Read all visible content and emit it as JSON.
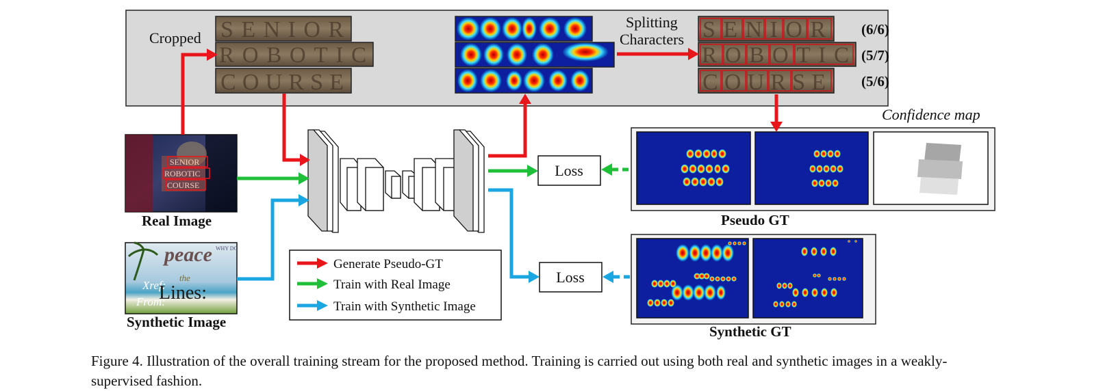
{
  "labels": {
    "cropped": "Cropped",
    "splitting_line1": "Splitting",
    "splitting_line2": "Characters",
    "confidence_map": "Confidence  map",
    "real_image": "Real  Image",
    "synthetic_image": "Synthetic Image",
    "pseudo_gt": "Pseudo GT",
    "synthetic_gt": "Synthetic GT",
    "loss_top": "Loss",
    "loss_bottom": "Loss"
  },
  "crops": [
    "SENIOR",
    "ROBOTIC",
    "COURSE"
  ],
  "scores": [
    "(6/6)",
    "(5/7)",
    "(5/6)"
  ],
  "real_sign_words": [
    "SENIOR",
    "ROBOTIC",
    "COURSE"
  ],
  "synthetic_words": {
    "w1": "peace",
    "w2": "the",
    "w3": "Lines:",
    "w4": "Xref:",
    "w5": "From:",
    "w6": "WHY DO"
  },
  "legend": [
    {
      "label": "Generate Pseudo-GT",
      "color": "#e8161b"
    },
    {
      "label": "Train with Real Image",
      "color": "#1fbf3a"
    },
    {
      "label": "Train with Synthetic Image",
      "color": "#1aa6e0"
    }
  ],
  "caption": "Figure 4. Illustration of the overall training stream for the proposed method. Training is carried out using both real and synthetic images in a weakly-supervised fashion.",
  "colors": {
    "red": "#e8161b",
    "green": "#1fbf3a",
    "blue": "#1aa6e0",
    "panel_gray": "#d9d9d9",
    "heatmap_bg": "#0d1f9e"
  }
}
